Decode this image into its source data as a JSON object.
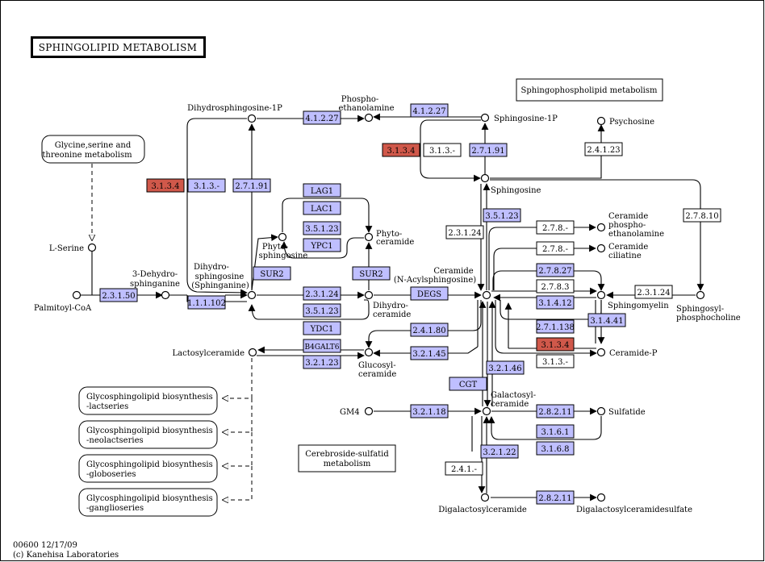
{
  "title": "SPHINGOLIPID METABOLISM",
  "footer": {
    "line1": "00600 12/17/09",
    "line2": "(c) Kanehisa Laboratories"
  },
  "colors": {
    "found": "#bfbfff",
    "highlight": "#d0584a",
    "plain": "#ffffff",
    "line": "#000000"
  },
  "map_links": {
    "gly": {
      "l1": "Glycine,serine and",
      "l2": "threonine metabolism"
    },
    "sph": "Sphingophospholipid metabolism",
    "cer": {
      "l1": "Cerebroside-sulfatid",
      "l2": "metabolism"
    },
    "gsl1": {
      "l1": "Glycosphingolipid biosynthesis",
      "l2": "-lactseries"
    },
    "gsl2": {
      "l1": "Glycosphingolipid biosynthesis",
      "l2": "-neolactseries"
    },
    "gsl3": {
      "l1": "Glycosphingolipid biosynthesis",
      "l2": "-globoseries"
    },
    "gsl4": {
      "l1": "Glycosphingolipid biosynthesis",
      "l2": "-ganglioseries"
    }
  },
  "compounds": {
    "lserine": "L-Serine",
    "palm": "Palmitoyl-CoA",
    "dehydro": {
      "l1": "3-Dehydro-",
      "l2": "sphinganine"
    },
    "dihydro": {
      "l1": "Dihydro-",
      "l2": "sphingosine",
      "l3": "(Sphinganine)"
    },
    "dihydro1p": "Dihydrosphingosine-1P",
    "phosphoeth": {
      "l1": "Phospho-",
      "l2": "ethanolamine"
    },
    "sph1p": "Sphingosine-1P",
    "psychosine": "Psychosine",
    "sphingosine": "Sphingosine",
    "phytosph": {
      "l1": "Phyto-",
      "l2": "sphingosine"
    },
    "phytocer": {
      "l1": "Phyto-",
      "l2": "ceramide"
    },
    "dihydrocer": {
      "l1": "Dihydro-",
      "l2": "ceramide"
    },
    "ceramide": {
      "l1": "Ceramide",
      "l2": "(N-Acylsphingosine)"
    },
    "cerpe": {
      "l1": "Ceramide",
      "l2": "phospho-",
      "l3": "ethanolamine"
    },
    "cercil": {
      "l1": "Ceramide",
      "l2": "ciliatine"
    },
    "sphingomyelin": "Sphingomyelin",
    "sphpc": {
      "l1": "Sphingosyl-",
      "l2": "phosphocholine"
    },
    "cerp": "Ceramide-P",
    "lactosyl": "Lactosylceramide",
    "glucosyl": {
      "l1": "Glucosyl-",
      "l2": "ceramide"
    },
    "galactosyl": {
      "l1": "Galactosyl-",
      "l2": "ceramide"
    },
    "gm4": "GM4",
    "sulfatide": "Sulfatide",
    "digal": "Digalactosylceramide",
    "digalsulf": "Digalactosylceramidesulfate"
  },
  "enzymes": {
    "e2315": "2.3.1.50",
    "e11102": "1.1.1.102",
    "e2719a": "2.7.1.91",
    "e313a": "3.1.3.4",
    "e313b": "3.1.3.-",
    "e4127a": "4.1.2.27",
    "e4127b": "4.1.2.27",
    "e313c": "3.1.3.4",
    "e313d": "3.1.3.-",
    "e2719b": "2.7.1.91",
    "e24123": "2.4.1.23",
    "lag1": "LAG1",
    "lac1": "LAC1",
    "e35123a": "3.5.1.23",
    "ypc1": "YPC1",
    "sur2a": "SUR2",
    "sur2b": "SUR2",
    "e23124a": "2.3.1.24",
    "e35123b": "3.5.1.23",
    "ydc1": "YDC1",
    "degs": "DEGS",
    "e35123c": "3.5.1.23",
    "e23124b": "2.3.1.24",
    "e278a": "2.7.8.-",
    "e278b": "2.7.8.-",
    "e27827": "2.7.8.27",
    "e2783": "2.7.8.3",
    "e31412": "3.1.4.12",
    "e27138": "2.7.1.138",
    "e31441": "3.1.4.41",
    "e313e": "3.1.3.4",
    "e313f": "3.1.3.-",
    "e27810": "2.7.8.10",
    "e23124c": "2.3.1.24",
    "e24180": "2.4.1.80",
    "b4galt6": "B4GALT6",
    "e32123": "3.2.1.23",
    "e32145": "3.2.1.45",
    "e32146": "3.2.1.46",
    "cgt": "CGT",
    "e32118": "3.2.1.18",
    "e28211a": "2.8.2.11",
    "e3161": "3.1.6.1",
    "e3168": "3.1.6.8",
    "e32122": "3.2.1.22",
    "e241": "2.4.1.-",
    "e28211b": "2.8.2.11"
  }
}
